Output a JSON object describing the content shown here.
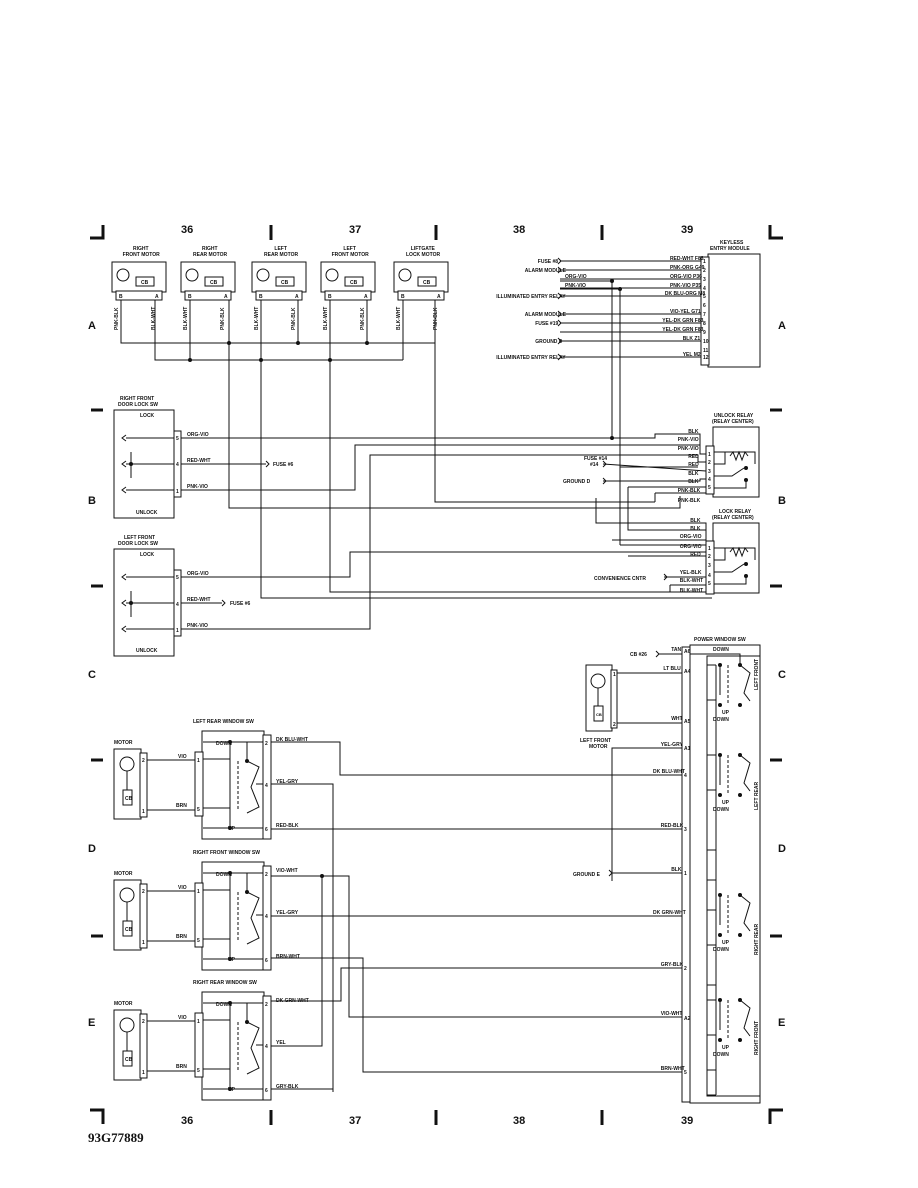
{
  "grid": {
    "columns": [
      "36",
      "37",
      "38",
      "39"
    ],
    "rows": [
      "A",
      "B",
      "C",
      "D",
      "E"
    ]
  },
  "figure_code": "93G77889",
  "motors": [
    {
      "title1": "RIGHT",
      "title2": "FRONT MOTOR",
      "wire_b": "PNK-BLK",
      "wire_a": "BLK-WHT"
    },
    {
      "title1": "RIGHT",
      "title2": "REAR MOTOR",
      "wire_b": "BLK-WHT",
      "wire_a": "PNK-BLK"
    },
    {
      "title1": "LEFT",
      "title2": "REAR MOTOR",
      "wire_b": "BLK-WHT",
      "wire_a": "PNK-BLK"
    },
    {
      "title1": "LEFT",
      "title2": "FRONT MOTOR",
      "wire_b": "BLK-WHT",
      "wire_a": "PNK-BLK"
    },
    {
      "title1": "LIFTGATE",
      "title2": "LOCK MOTOR",
      "wire_b": "BLK-WHT",
      "wire_a": "PNK-BLK"
    }
  ],
  "motor_pin_a": "A",
  "motor_pin_b": "B",
  "cb_label": "CB",
  "keyless": {
    "title1": "KEYLESS",
    "title2": "ENTRY MODULE",
    "pins": [
      "1",
      "2",
      "3",
      "4",
      "5",
      "6",
      "7",
      "8",
      "9",
      "10",
      "11",
      "12"
    ],
    "wires": [
      "RED-WHT F83",
      "PNK-ORG G49",
      "ORG-VIO P36",
      "PNK-VIO P35",
      "DK BLU-ORG M8",
      "",
      "VIO-YEL G71",
      "YEL-DK GRN F83",
      "YEL-DK GRN F83",
      "BLK Z1",
      "",
      "YEL M2"
    ],
    "sources": [
      "FUSE #8",
      "ALARM MODULE",
      "",
      "",
      "ILLUMINATED ENTRY RELAY",
      "",
      "ALARM MODULE",
      "FUSE #19",
      "",
      "GROUND D",
      "",
      "ILLUMINATED ENTRY RELAY"
    ],
    "alarm_wires": [
      "ORG-VIO",
      "PNK-VIO"
    ]
  },
  "rf_door_sw": {
    "title1": "RIGHT FRONT",
    "title2": "DOOR LOCK SW",
    "lock": "LOCK",
    "unlock": "UNLOCK",
    "pins": [
      "5",
      "4",
      "1"
    ],
    "wires": [
      "ORG-VIO",
      "RED-WHT",
      "PNK-VIO"
    ],
    "fuse": "FUSE #6"
  },
  "lf_door_sw": {
    "title1": "LEFT FRONT",
    "title2": "DOOR LOCK SW",
    "lock": "LOCK",
    "unlock": "UNLOCK",
    "pins": [
      "5",
      "4",
      "1"
    ],
    "wires": [
      "ORG-VIO",
      "RED-WHT",
      "PNK-VIO"
    ],
    "fuse": "FUSE #6"
  },
  "unlock_relay": {
    "title1": "UNLOCK RELAY",
    "title2": "(RELAY CENTER)",
    "pins": [
      "1",
      "2",
      "3",
      "4",
      "5"
    ],
    "wires": [
      "BLK",
      "PNK-VIO",
      "PNK-VIO",
      "RED",
      "RED",
      "BLK",
      "BLK",
      "PNK-BLK",
      "PNK-BLK"
    ],
    "fuse": "FUSE #14",
    "ground": "GROUND D"
  },
  "lock_relay": {
    "title1": "LOCK RELAY",
    "title2": "(RELAY CENTER)",
    "pins": [
      "1",
      "2",
      "3",
      "4",
      "5"
    ],
    "wires": [
      "BLK",
      "BLK",
      "ORG-VIO",
      "ORG-VIO",
      "RED",
      "YEL-BLK",
      "BLK-WHT",
      "BLK-WHT"
    ],
    "conv": "CONVENIENCE CNTR"
  },
  "power_window_sw": {
    "title": "POWER WINDOW SW",
    "sections": [
      "LEFT FRONT",
      "LEFT REAR",
      "RIGHT REAR",
      "RIGHT FRONT"
    ],
    "up": "UP",
    "down": "DOWN",
    "cb": "CB #26",
    "pins": [
      "A6",
      "A4",
      "A5",
      "A1",
      "4",
      "3",
      "1",
      "",
      "2",
      "A2",
      "5"
    ],
    "wires": [
      "TAN",
      "LT BLU",
      "WHT",
      "YEL-GRY",
      "DK BLU-WHT",
      "RED-BLK",
      "BLK",
      "DK GRN-WHT",
      "GRY-BLK",
      "VIO-WHT",
      "BRN-WHT"
    ],
    "ground": "GROUND E"
  },
  "lf_motor": {
    "title1": "LEFT FRONT",
    "title2": "MOTOR",
    "pins": [
      "1",
      "2"
    ]
  },
  "window_switches": [
    {
      "title": "LEFT REAR WINDOW SW",
      "down": "DOWN",
      "up": "UP",
      "pins": [
        "2",
        "4",
        "6"
      ],
      "wires": [
        "DK BLU-WHT",
        "YEL-GRY",
        "RED-BLK"
      ],
      "motor": "MOTOR",
      "mwires": [
        "VIO",
        "BRN"
      ],
      "mpins": [
        "2",
        "1"
      ],
      "spins": [
        "1",
        "5"
      ]
    },
    {
      "title": "RIGHT FRONT WINDOW SW",
      "down": "DOWN",
      "up": "UP",
      "pins": [
        "2",
        "4",
        "6"
      ],
      "wires": [
        "VIO-WHT",
        "YEL-GRY",
        "BRN-WHT"
      ],
      "motor": "MOTOR",
      "mwires": [
        "VIO",
        "BRN"
      ],
      "mpins": [
        "2",
        "1"
      ],
      "spins": [
        "1",
        "5"
      ]
    },
    {
      "title": "RIGHT REAR WINDOW SW",
      "down": "DOWN",
      "up": "UP",
      "pins": [
        "2",
        "4",
        "6"
      ],
      "wires": [
        "DK GRN-WHT",
        "YEL",
        "GRY-BLK"
      ],
      "motor": "MOTOR",
      "mwires": [
        "VIO",
        "BRN"
      ],
      "mpins": [
        "2",
        "1"
      ],
      "spins": [
        "1",
        "5"
      ]
    }
  ]
}
